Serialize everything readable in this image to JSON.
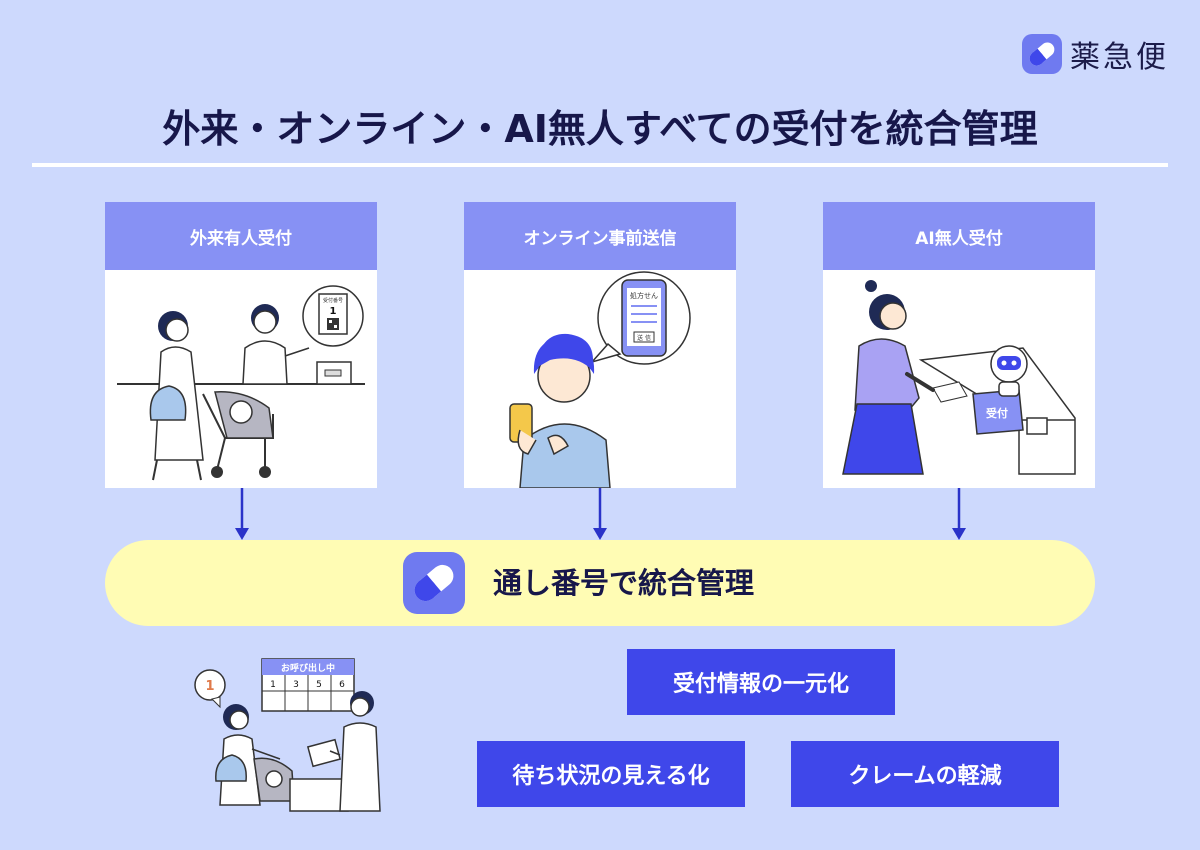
{
  "brand": {
    "name": "薬急便"
  },
  "title": "外来・オンライン・AI無人すべての受付を統合管理",
  "cards": [
    {
      "label": "外来有人受付"
    },
    {
      "label": "オンライン事前送信"
    },
    {
      "label": "AI無人受付"
    }
  ],
  "illustrations": {
    "reception_ticket_title": "受付番号",
    "reception_ticket_number": "1",
    "prescription_header": "処方せん",
    "prescription_button": "送 信",
    "kiosk_screen": "受付"
  },
  "banner": {
    "text": "通し番号で統合管理"
  },
  "benefits": {
    "unify": "受付情報の一元化",
    "wait_status": "待ち状況の見える化",
    "complaints": "クレームの軽減"
  },
  "call_board": {
    "title": "お呼び出し中",
    "numbers": [
      "1",
      "3",
      "5",
      "6"
    ],
    "bubble_number": "1"
  },
  "colors": {
    "background": "#cdd9fd",
    "card_header": "#8791f4",
    "arrow": "#2a33c9",
    "banner": "#fffcb4",
    "benefit": "#3f47ea"
  }
}
